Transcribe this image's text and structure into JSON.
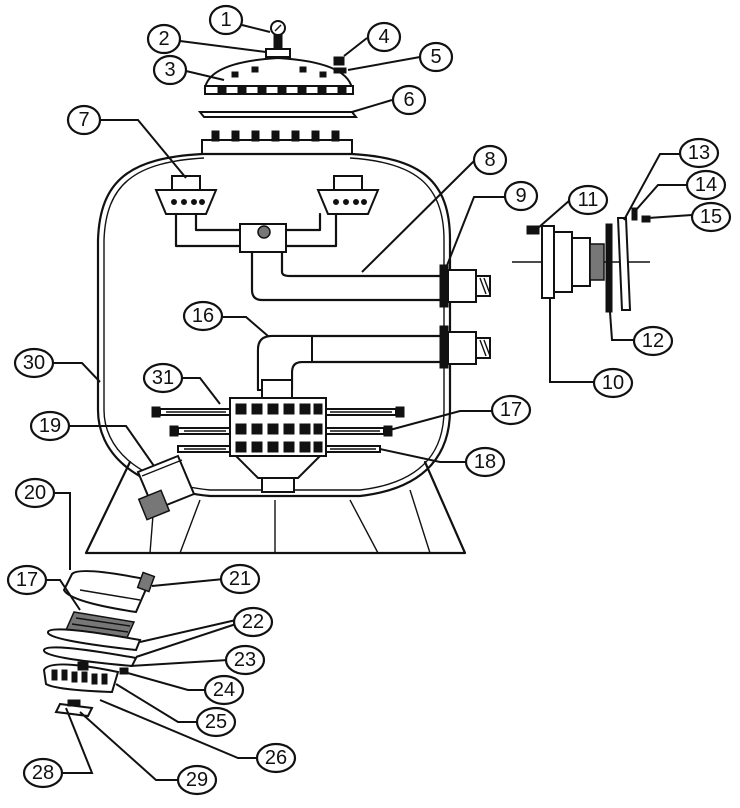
{
  "part_labels": [
    {
      "id": "1",
      "label": "1"
    },
    {
      "id": "2",
      "label": "2"
    },
    {
      "id": "3",
      "label": "3"
    },
    {
      "id": "4",
      "label": "4"
    },
    {
      "id": "5",
      "label": "5"
    },
    {
      "id": "6",
      "label": "6"
    },
    {
      "id": "7",
      "label": "7"
    },
    {
      "id": "8",
      "label": "8"
    },
    {
      "id": "9",
      "label": "9"
    },
    {
      "id": "10",
      "label": "10"
    },
    {
      "id": "11",
      "label": "11"
    },
    {
      "id": "12",
      "label": "12"
    },
    {
      "id": "13",
      "label": "13"
    },
    {
      "id": "14",
      "label": "14"
    },
    {
      "id": "15",
      "label": "15"
    },
    {
      "id": "16",
      "label": "16"
    },
    {
      "id": "17a",
      "label": "17"
    },
    {
      "id": "17b",
      "label": "17"
    },
    {
      "id": "18",
      "label": "18"
    },
    {
      "id": "19",
      "label": "19"
    },
    {
      "id": "20",
      "label": "20"
    },
    {
      "id": "21",
      "label": "21"
    },
    {
      "id": "22",
      "label": "22"
    },
    {
      "id": "23",
      "label": "23"
    },
    {
      "id": "24",
      "label": "24"
    },
    {
      "id": "25",
      "label": "25"
    },
    {
      "id": "26",
      "label": "26"
    },
    {
      "id": "28",
      "label": "28"
    },
    {
      "id": "29",
      "label": "29"
    },
    {
      "id": "30",
      "label": "30"
    },
    {
      "id": "31",
      "label": "31"
    }
  ]
}
